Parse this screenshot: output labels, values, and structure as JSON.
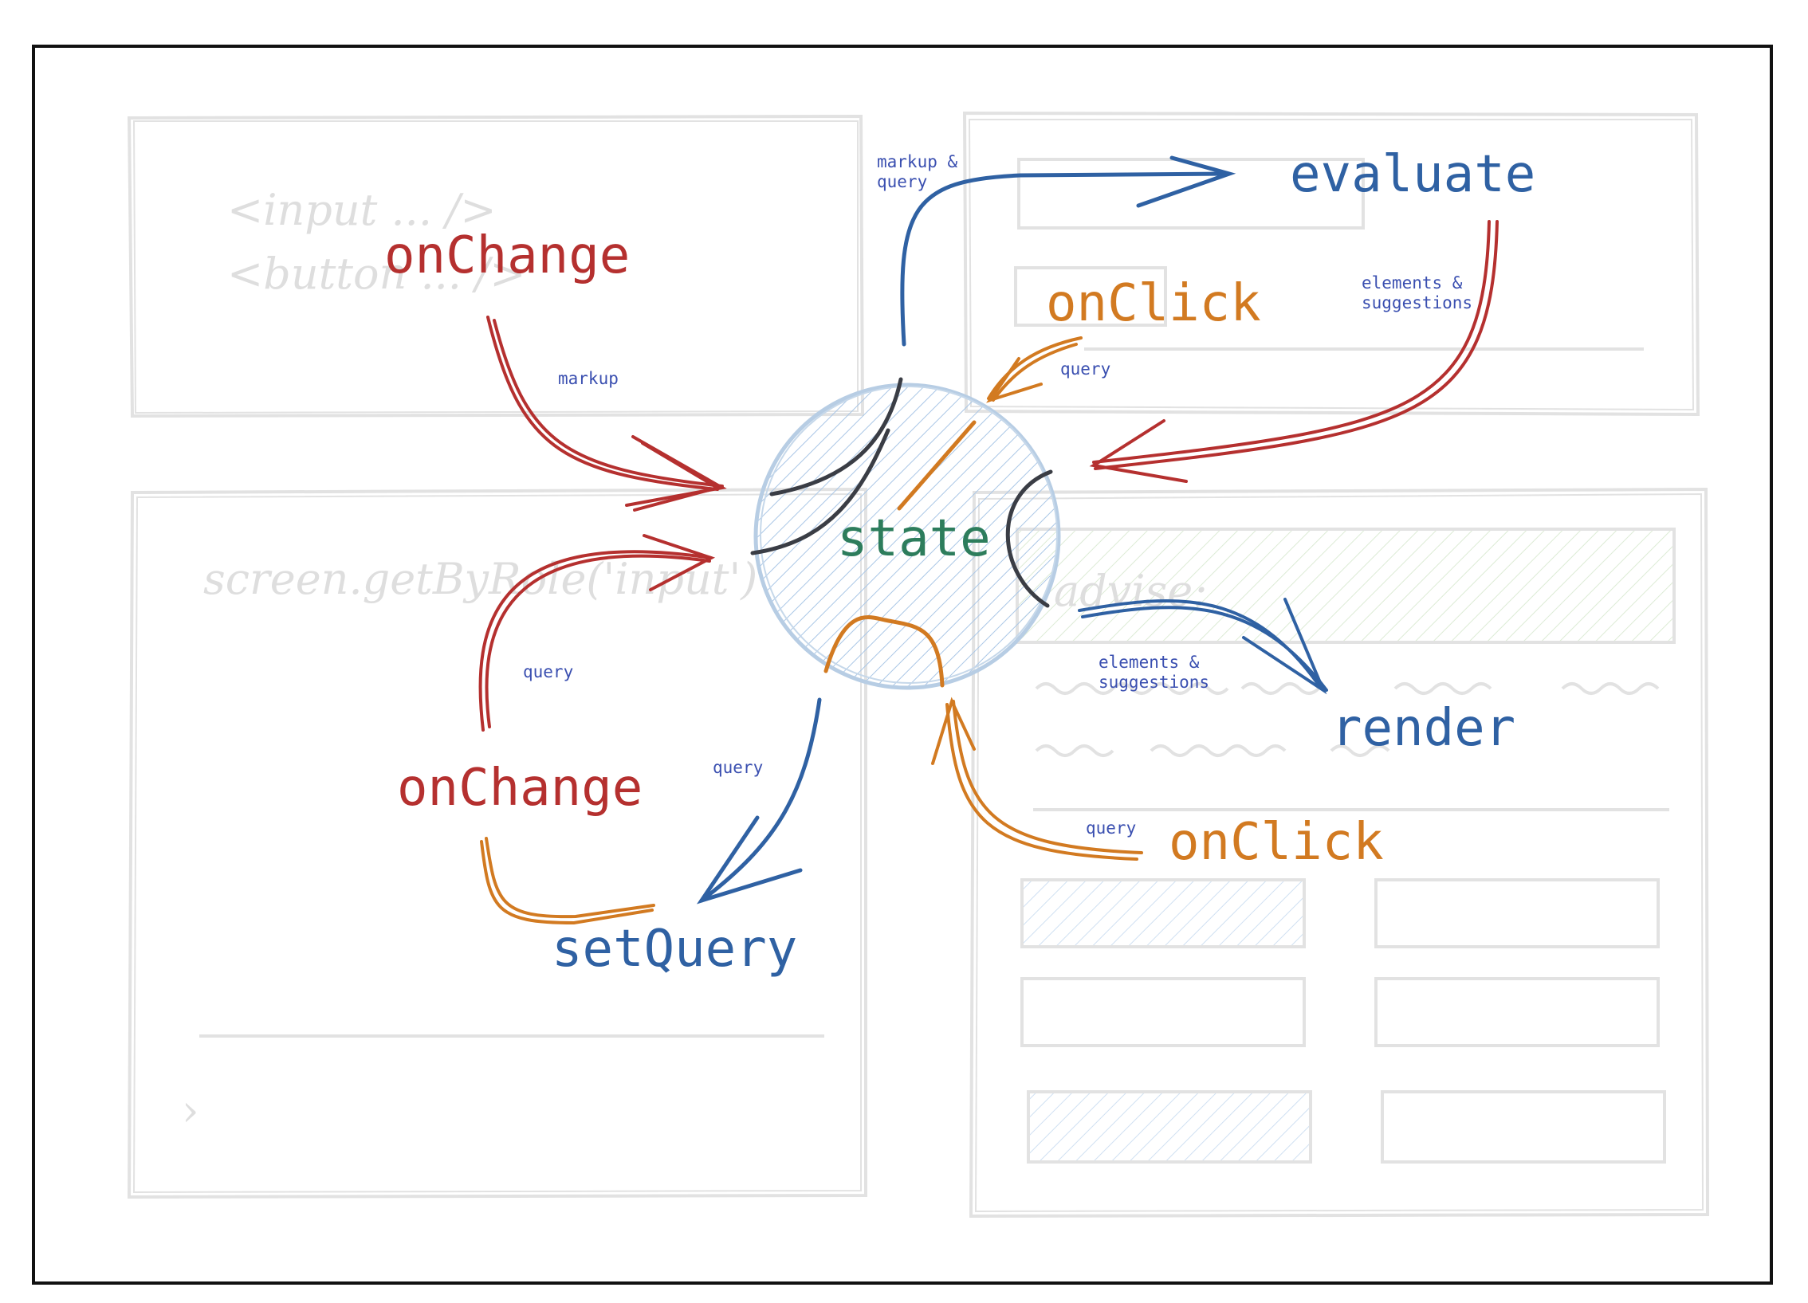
{
  "diagram": {
    "palette": {
      "red": "#b5302f",
      "blue": "#2f61a3",
      "orange": "#d27a21",
      "green": "#2d7d5c",
      "dark": "#3a3d45",
      "state_fill": "#a9c6e6",
      "panel_stroke": "#e2e2e2"
    },
    "center": {
      "label": "state"
    },
    "editor_panel": {
      "code_line_1": "<input ... />",
      "code_line_2": "<button ... />",
      "event_label": "onChange",
      "arrow_label": "markup"
    },
    "query_panel": {
      "code_line": "screen.getByRole('input')",
      "event_label": "onChange",
      "arrow_label_up": "query",
      "arrow_label_down": "query",
      "setter_label": "setQuery",
      "prompt_icon": "chevron-right-icon"
    },
    "preview_panel": {
      "action_label": "evaluate",
      "event_label": "onClick",
      "arrow_label_markup_query": "markup & query",
      "arrow_label_elements": "elements & suggestions",
      "arrow_label_query": "query"
    },
    "result_panel": {
      "advise_text": "advise:",
      "action_label": "render",
      "event_label": "onClick",
      "arrow_label_elements": "elements & suggestions",
      "arrow_label_query": "query"
    }
  }
}
